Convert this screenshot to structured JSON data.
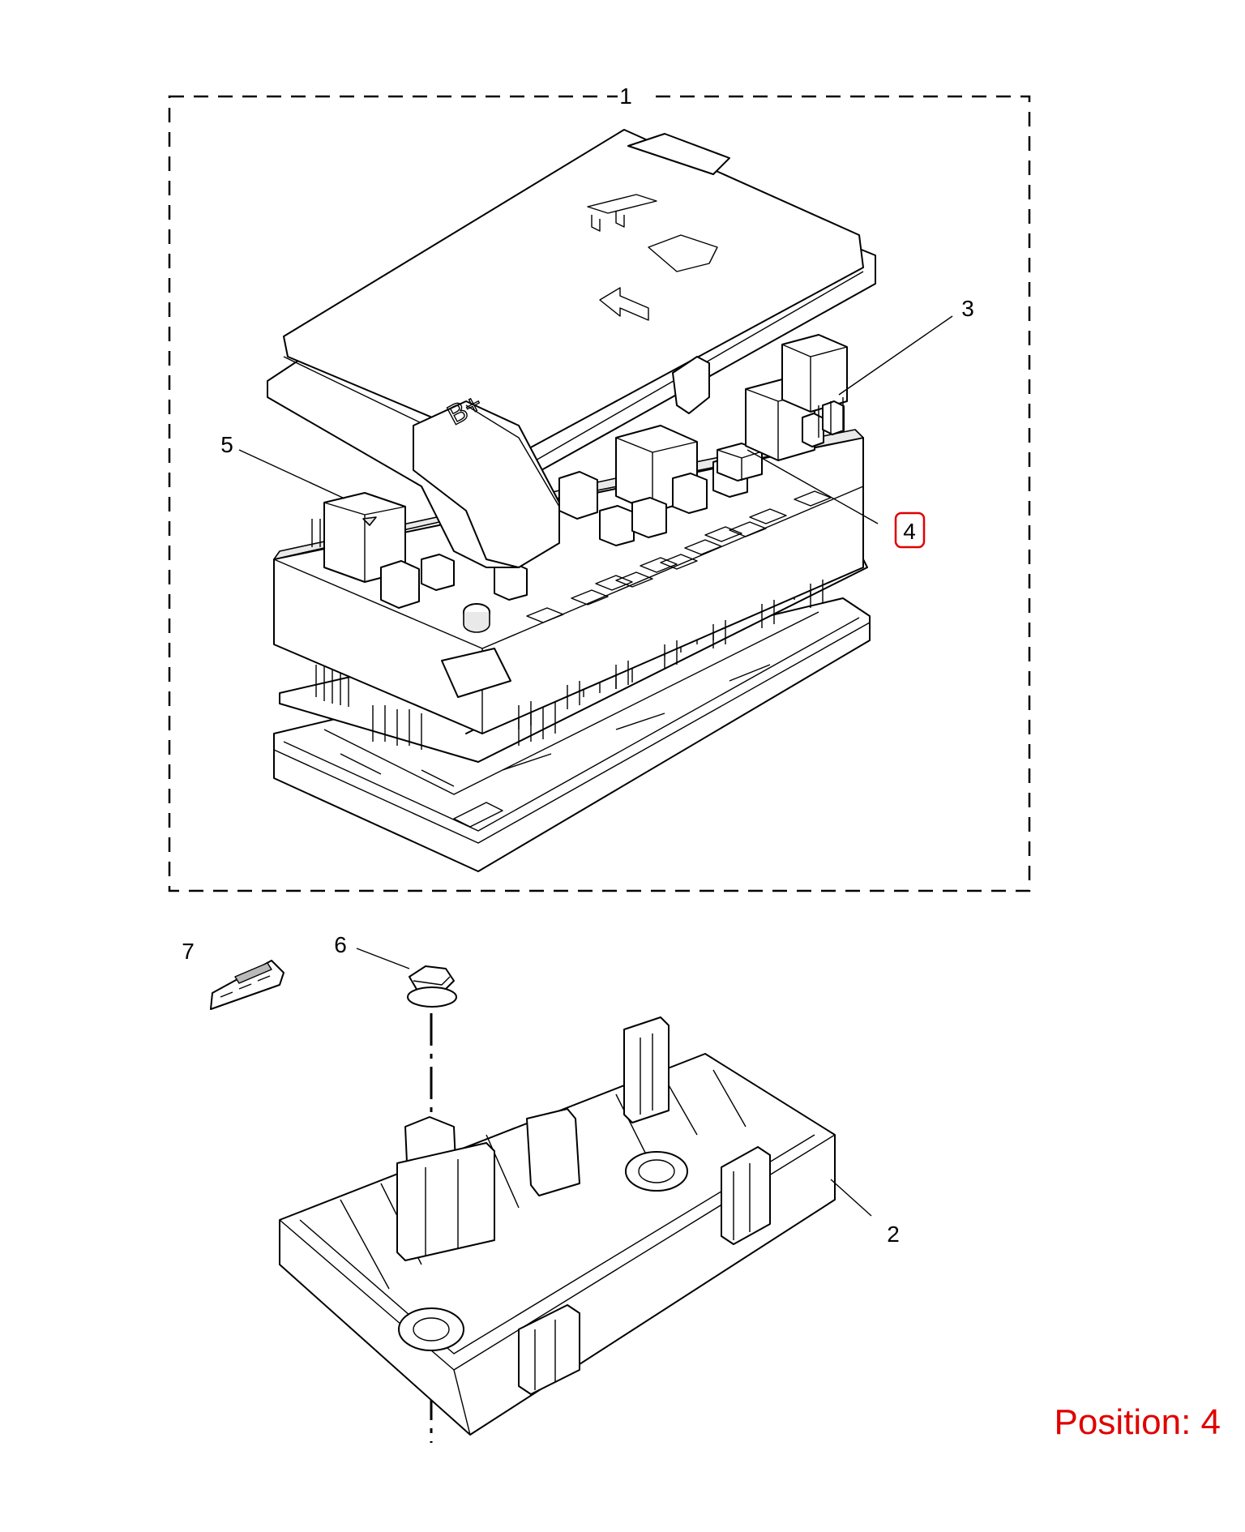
{
  "callouts": [
    {
      "id": "1",
      "label": "1"
    },
    {
      "id": "2",
      "label": "2"
    },
    {
      "id": "3",
      "label": "3"
    },
    {
      "id": "4",
      "label": "4",
      "highlighted": true
    },
    {
      "id": "5",
      "label": "5"
    },
    {
      "id": "6",
      "label": "6"
    },
    {
      "id": "7",
      "label": "7"
    }
  ],
  "cover": {
    "marking": "B+"
  },
  "position": {
    "text": "Position: 4"
  },
  "colors": {
    "line": "#000000",
    "highlight": "#e00000",
    "position_text": "#e00000",
    "background": "#ffffff"
  }
}
